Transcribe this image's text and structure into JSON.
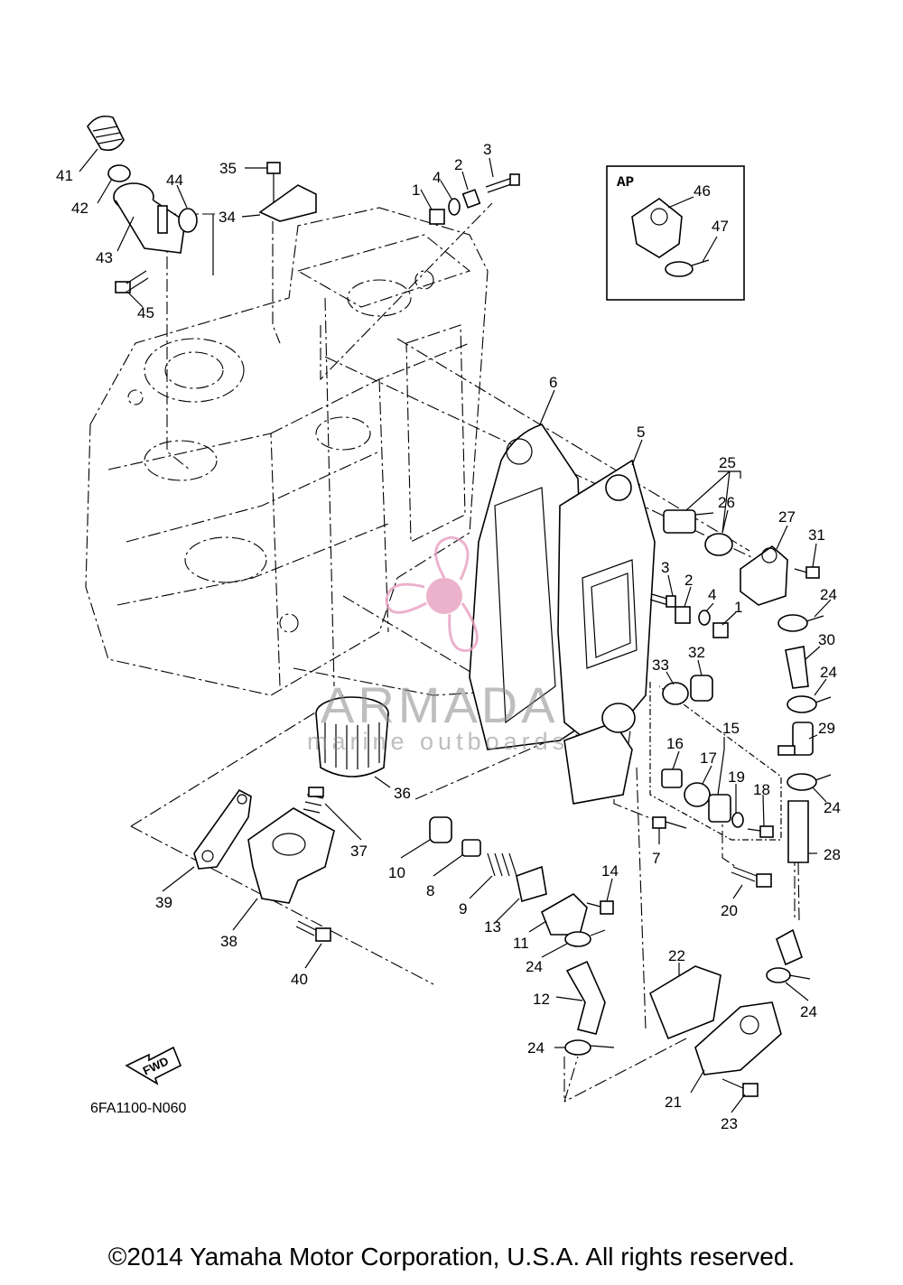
{
  "callouts": [
    "1",
    "2",
    "3",
    "4",
    "5",
    "6",
    "7",
    "8",
    "9",
    "10",
    "11",
    "12",
    "13",
    "14",
    "15",
    "16",
    "17",
    "18",
    "19",
    "20",
    "21",
    "22",
    "23",
    "24",
    "25",
    "26",
    "27",
    "28",
    "29",
    "30",
    "31",
    "32",
    "33",
    "34",
    "35",
    "36",
    "37",
    "38",
    "39",
    "40",
    "41",
    "42",
    "43",
    "44",
    "45",
    "46",
    "47"
  ],
  "inset_label": "AP",
  "fwd_label": "FWD",
  "drawing_code": "6FA1100-N060",
  "watermark": {
    "name": "ARMADA",
    "subtitle": "marine outboards",
    "accent_color": "#e8a0c0"
  },
  "copyright": "©2014 Yamaha Motor Corporation, U.S.A. All rights reserved."
}
